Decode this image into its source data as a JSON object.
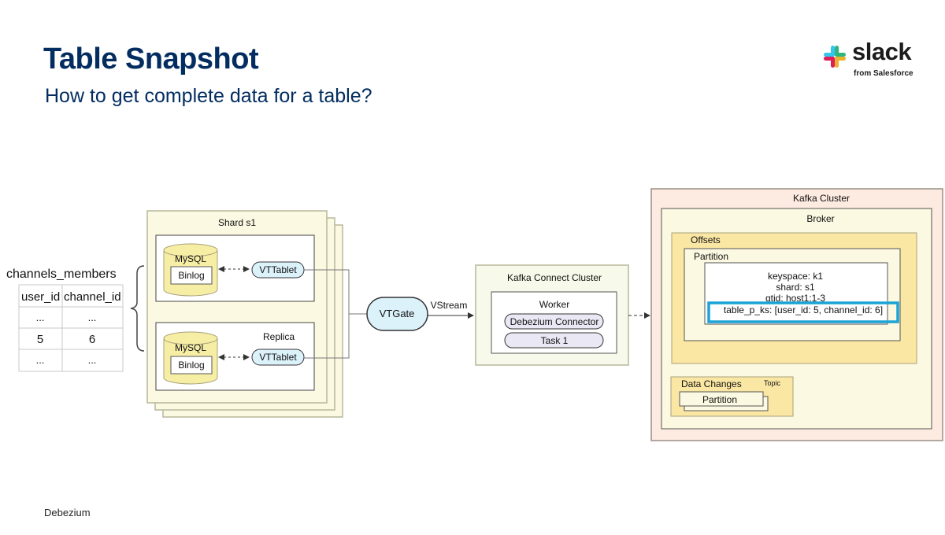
{
  "header": {
    "title": "Table Snapshot",
    "subtitle": "How to get complete data for a table?"
  },
  "brand": {
    "name": "slack",
    "byline": "from Salesforce",
    "colors": [
      "#36c5f0",
      "#2eb67d",
      "#ecb22e",
      "#e01e5a"
    ]
  },
  "footer": {
    "label": "Debezium"
  },
  "table": {
    "name": "channels_members",
    "headers": [
      "user_id",
      "channel_id"
    ],
    "rows": [
      [
        "...",
        "..."
      ],
      [
        "5",
        "6"
      ],
      [
        "...",
        "..."
      ]
    ]
  },
  "shard": {
    "title": "Shard s1",
    "primary": {
      "mysql": "MySQL",
      "binlog": "Binlog",
      "vttablet": "VTTablet"
    },
    "replica": {
      "label": "Replica",
      "mysql": "MySQL",
      "binlog": "Binlog",
      "vttablet": "VTTablet"
    }
  },
  "vtgate": {
    "label": "VTGate"
  },
  "vstream": {
    "label": "VStream"
  },
  "connect": {
    "title": "Kafka Connect Cluster",
    "worker": "Worker",
    "connector": "Debezium Connector",
    "task": "Task 1"
  },
  "kafka": {
    "title": "Kafka Cluster",
    "broker": "Broker",
    "offsets": "Offsets",
    "partition": "Partition",
    "record": {
      "keyspace": "keyspace: k1",
      "shard": "shard: s1",
      "gtid": "gtid: host1:1-3",
      "pks": "table_p_ks: [user_id: 5, channel_id: 6]"
    },
    "data_changes": "Data Changes",
    "topic": "Topic",
    "dc_partition": "Partition"
  },
  "colors": {
    "title": "#032d60",
    "cream": "#fbf9e1",
    "cream_border": "#b8b79a",
    "db_fill": "#f7eea6",
    "pill_fill": "#dcf2fb",
    "kafka_outer": "#fdeae0",
    "offsets_fill": "#fbe7a4",
    "highlight": "#1aa3d6"
  }
}
